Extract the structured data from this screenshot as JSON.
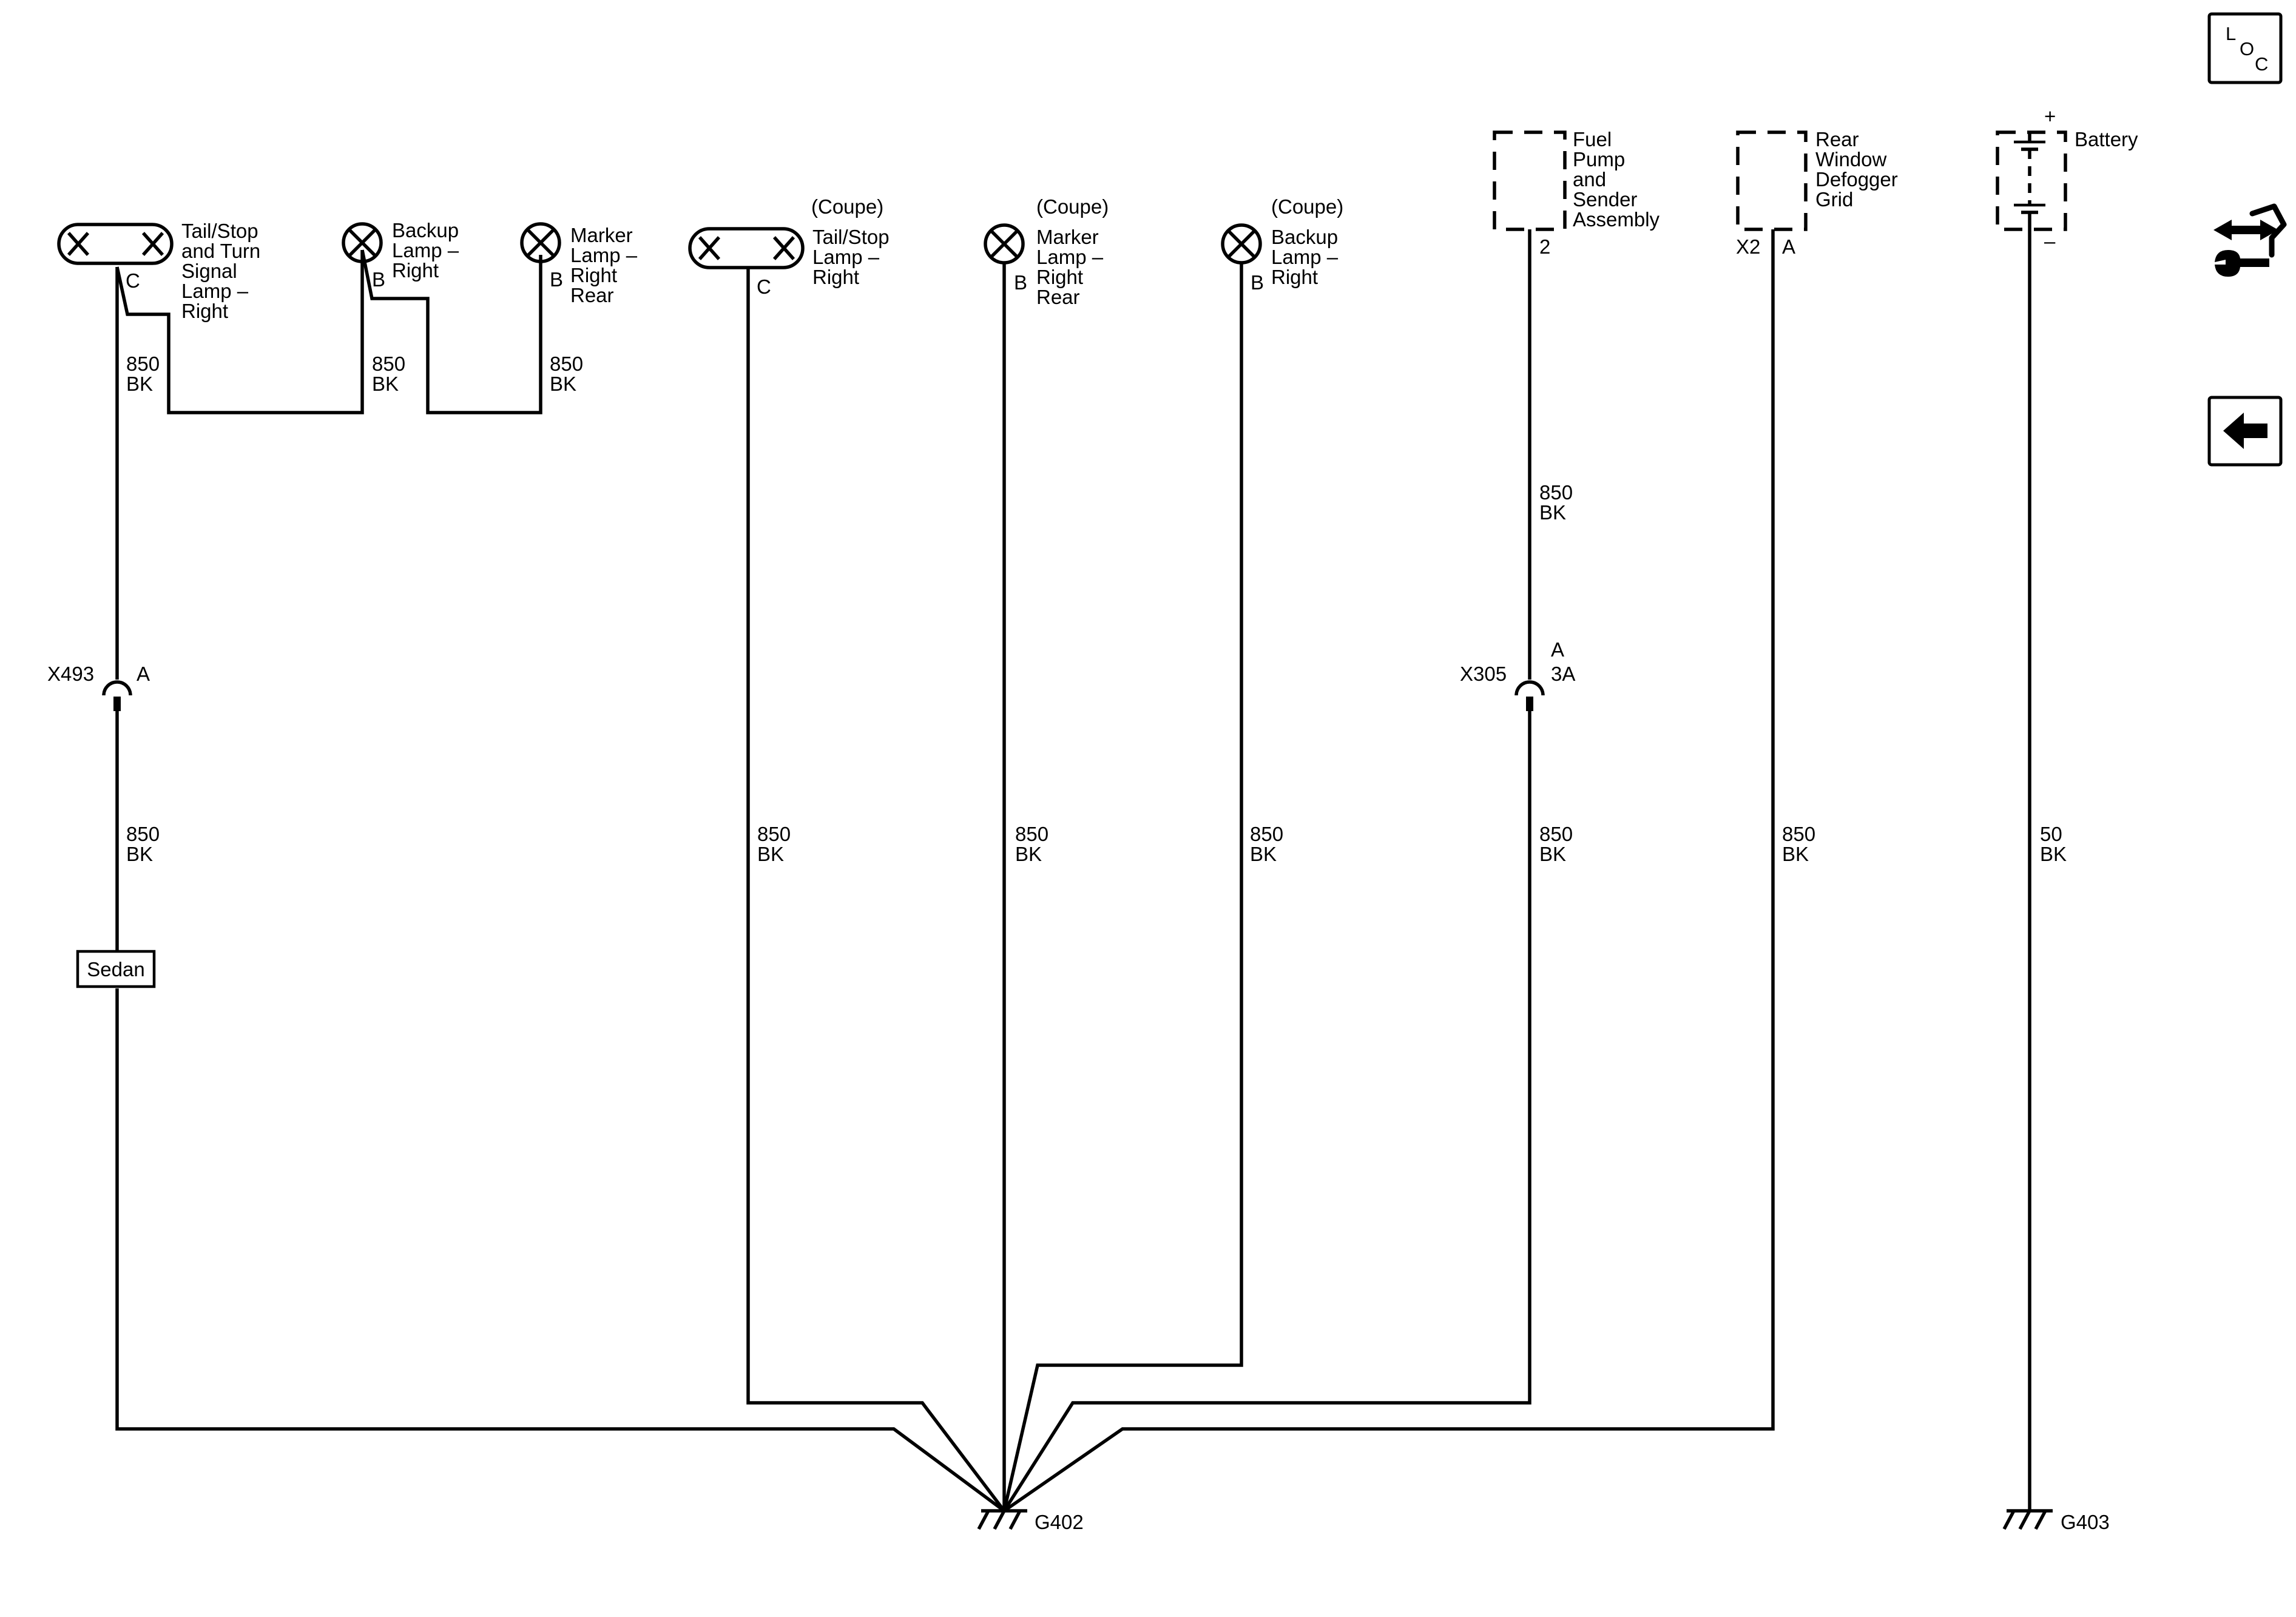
{
  "components": {
    "tail_stop_turn_sedan": {
      "name": [
        "Tail/Stop",
        "and Turn",
        "Signal",
        "Lamp –",
        "Right"
      ],
      "pin": "C"
    },
    "backup_sedan": {
      "name": [
        "Backup",
        "Lamp –",
        "Right"
      ],
      "pin": "B"
    },
    "marker_sedan": {
      "name": [
        "Marker",
        "Lamp –",
        "Right",
        "Rear"
      ],
      "pin": "B"
    },
    "tail_stop_coupe": {
      "variant": "(Coupe)",
      "name": [
        "Tail/Stop",
        "Lamp –",
        "Right"
      ],
      "pin": "C"
    },
    "marker_coupe": {
      "variant": "(Coupe)",
      "name": [
        "Marker",
        "Lamp –",
        "Right",
        "Rear"
      ],
      "pin": "B"
    },
    "backup_coupe": {
      "variant": "(Coupe)",
      "name": [
        "Backup",
        "Lamp –",
        "Right"
      ],
      "pin": "B"
    },
    "fuel_pump": {
      "name": [
        "Fuel",
        "Pump",
        "and",
        "Sender",
        "Assembly"
      ],
      "pin": "2"
    },
    "rear_defogger": {
      "name": [
        "Rear",
        "Window",
        "Defogger",
        "Grid"
      ],
      "connector": "X2",
      "pin": "A"
    },
    "battery": {
      "name": "Battery",
      "plus": "+",
      "minus": "–"
    }
  },
  "wires": {
    "w1": [
      "850",
      "BK"
    ],
    "w2": [
      "850",
      "BK"
    ],
    "w3": [
      "850",
      "BK"
    ],
    "w4": [
      "850",
      "BK"
    ],
    "w5": [
      "850",
      "BK"
    ],
    "w6": [
      "850",
      "BK"
    ],
    "w7": [
      "850",
      "BK"
    ],
    "w8": [
      "850",
      "BK"
    ],
    "w9": [
      "850",
      "BK"
    ],
    "w10": [
      "850",
      "BK"
    ],
    "w11": [
      "50",
      "BK"
    ]
  },
  "connectors": {
    "x493": {
      "id": "X493",
      "pin": "A"
    },
    "x305": {
      "id": "X305",
      "pin_a": "A",
      "pin_b": "3A"
    }
  },
  "options": {
    "sedan": "Sedan"
  },
  "grounds": {
    "g402": "G402",
    "g403": "G403"
  },
  "nav": {
    "loc_letters": [
      "L",
      "O",
      "C"
    ],
    "loc_icon": "loc-icon",
    "connector_icon": "connector-wrench-icon",
    "back_icon": "back-arrow-icon"
  }
}
